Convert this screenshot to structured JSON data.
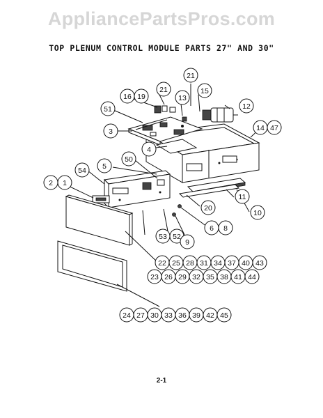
{
  "watermark": "AppliancePartsPros.com",
  "title": "TOP PLENUM CONTROL MODULE PARTS 27\" AND 30\"",
  "page_number": "2-1",
  "callouts": [
    {
      "id": "c21a",
      "label": "21"
    },
    {
      "id": "c16",
      "label": "16"
    },
    {
      "id": "c19",
      "label": "19"
    },
    {
      "id": "c21b",
      "label": "21"
    },
    {
      "id": "c15",
      "label": "15"
    },
    {
      "id": "c13",
      "label": "13"
    },
    {
      "id": "c12",
      "label": "12"
    },
    {
      "id": "c51",
      "label": "51"
    },
    {
      "id": "c14",
      "label": "14"
    },
    {
      "id": "c47",
      "label": "47"
    },
    {
      "id": "c3",
      "label": "3"
    },
    {
      "id": "c4",
      "label": "4"
    },
    {
      "id": "c50",
      "label": "50"
    },
    {
      "id": "c5",
      "label": "5"
    },
    {
      "id": "c54",
      "label": "54"
    },
    {
      "id": "c2",
      "label": "2"
    },
    {
      "id": "c1",
      "label": "1"
    },
    {
      "id": "c11",
      "label": "11"
    },
    {
      "id": "c20",
      "label": "20"
    },
    {
      "id": "c10",
      "label": "10"
    },
    {
      "id": "c6",
      "label": "6"
    },
    {
      "id": "c8",
      "label": "8"
    },
    {
      "id": "c53",
      "label": "53"
    },
    {
      "id": "c52",
      "label": "52"
    },
    {
      "id": "c9",
      "label": "9"
    },
    {
      "id": "r1",
      "label": "22"
    },
    {
      "id": "r2",
      "label": "25"
    },
    {
      "id": "r3",
      "label": "28"
    },
    {
      "id": "r4",
      "label": "31"
    },
    {
      "id": "r5",
      "label": "34"
    },
    {
      "id": "r6",
      "label": "37"
    },
    {
      "id": "r7",
      "label": "40"
    },
    {
      "id": "r8",
      "label": "43"
    },
    {
      "id": "s1",
      "label": "23"
    },
    {
      "id": "s2",
      "label": "26"
    },
    {
      "id": "s3",
      "label": "29"
    },
    {
      "id": "s4",
      "label": "32"
    },
    {
      "id": "s5",
      "label": "35"
    },
    {
      "id": "s6",
      "label": "38"
    },
    {
      "id": "s7",
      "label": "41"
    },
    {
      "id": "s8",
      "label": "44"
    },
    {
      "id": "t1",
      "label": "24"
    },
    {
      "id": "t2",
      "label": "27"
    },
    {
      "id": "t3",
      "label": "30"
    },
    {
      "id": "t4",
      "label": "33"
    },
    {
      "id": "t5",
      "label": "36"
    },
    {
      "id": "t6",
      "label": "39"
    },
    {
      "id": "t7",
      "label": "42"
    },
    {
      "id": "t8",
      "label": "45"
    }
  ]
}
